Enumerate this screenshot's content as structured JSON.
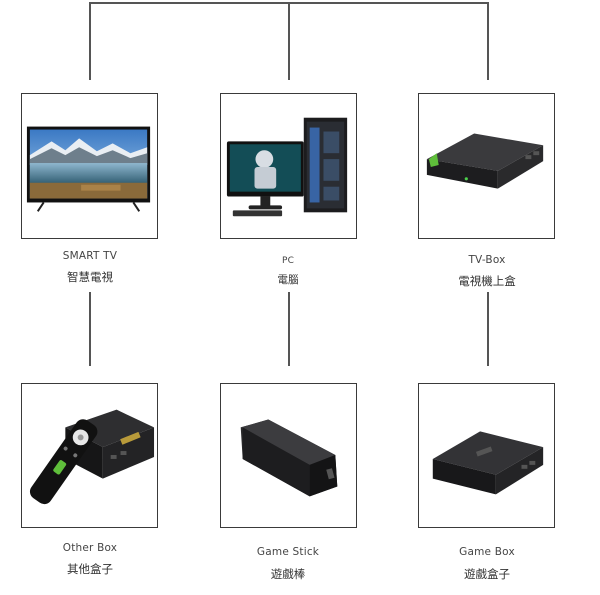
{
  "devices": [
    {
      "id": "smart-tv",
      "label_en": "SMART TV",
      "label_zh": "智慧電視",
      "icon": "smart-tv-icon"
    },
    {
      "id": "pc",
      "label_en": "PC",
      "label_zh": "電腦",
      "icon": "pc-icon"
    },
    {
      "id": "tv-box",
      "label_en": "TV-Box",
      "label_zh": "電視機上盒",
      "icon": "tv-box-icon"
    },
    {
      "id": "other-box",
      "label_en": "Other Box",
      "label_zh": "其他盒子",
      "icon": "other-box-icon"
    },
    {
      "id": "game-stick",
      "label_en": "Game Stick",
      "label_zh": "遊戲棒",
      "icon": "game-stick-icon"
    },
    {
      "id": "game-box",
      "label_en": "Game Box",
      "label_zh": "遊戲盒子",
      "icon": "game-box-icon"
    }
  ]
}
